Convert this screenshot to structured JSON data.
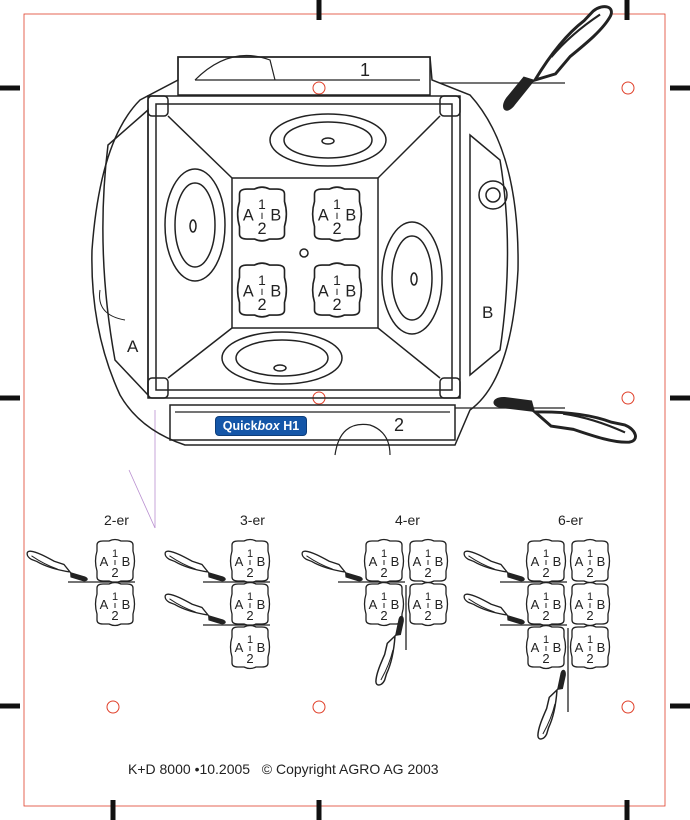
{
  "brand": {
    "part1": "Quick",
    "part2": "box",
    "part3": " H1"
  },
  "side_labels": {
    "top": "1",
    "bottom": "2",
    "left": "A",
    "right": "B"
  },
  "socket_letters": {
    "a": "A",
    "b": "B",
    "top": "1",
    "bottom": "2"
  },
  "groups": [
    {
      "label": "2-er"
    },
    {
      "label": "3-er"
    },
    {
      "label": "4-er"
    },
    {
      "label": "6-er"
    }
  ],
  "footer": {
    "doc": "K+D 8000",
    "date": "•10.2005",
    "copyright": "© Copyright AGRO AG 2003"
  },
  "colors": {
    "ink": "#222222",
    "crop_mark": "#111111",
    "red_guide": "#e0402a",
    "brand_blue": "#1456a8",
    "violet_line": "#b98fd0"
  },
  "icons": [
    "knife-icon",
    "registration-circle-icon",
    "crop-mark-icon"
  ]
}
